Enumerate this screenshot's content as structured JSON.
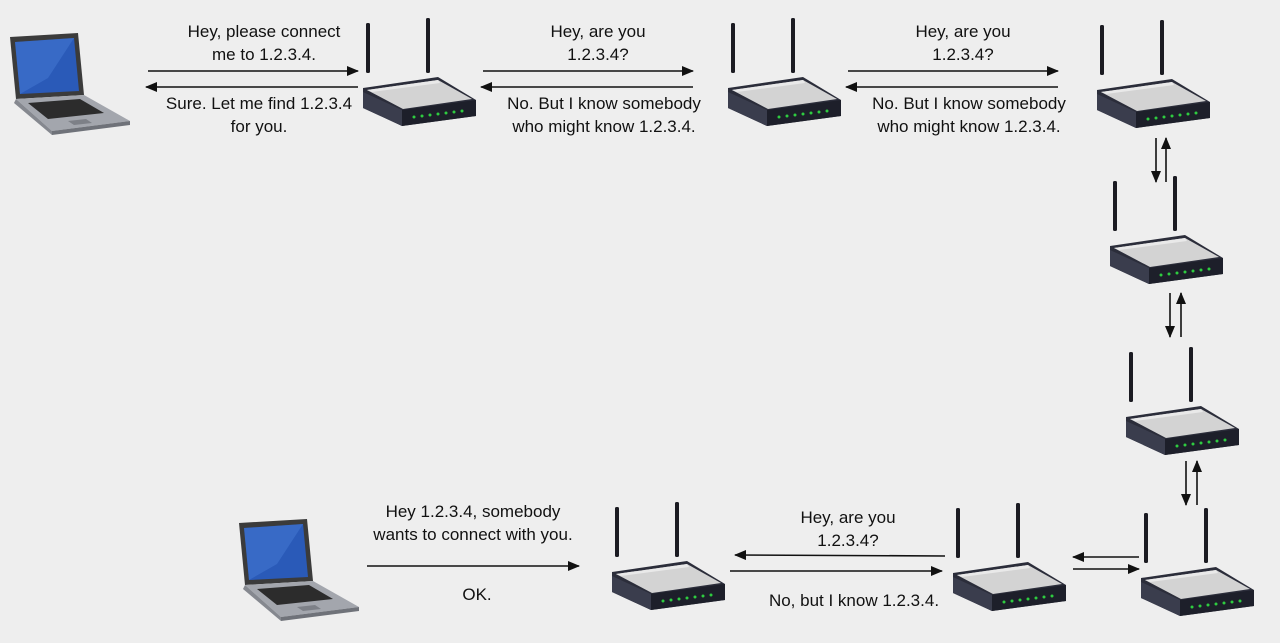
{
  "messages": {
    "request_connect": {
      "line1": "Hey, please connect",
      "line2": "me to 1.2.3.4."
    },
    "reply_find": {
      "line1": "Sure. Let me find 1.2.3.4",
      "line2": "for you."
    },
    "query_1": {
      "line1": "Hey, are you",
      "line2": "1.2.3.4?"
    },
    "reply_1": {
      "line1": "No. But I know somebody",
      "line2": "who might know 1.2.3.4."
    },
    "query_2": {
      "line1": "Hey, are you",
      "line2": "1.2.3.4?"
    },
    "reply_2": {
      "line1": "No. But I know somebody",
      "line2": "who might know 1.2.3.4."
    },
    "query_3": {
      "line1": "Hey, are you",
      "line2": "1.2.3.4?"
    },
    "reply_3": {
      "line1": "No, but I know 1.2.3.4."
    },
    "notify": {
      "line1": "Hey 1.2.3.4, somebody",
      "line2": "wants to connect with you."
    },
    "ack": {
      "line1": "OK."
    }
  },
  "nodes": [
    {
      "name": "laptop-source-icon",
      "kind": "laptop"
    },
    {
      "name": "router-1-icon",
      "kind": "router"
    },
    {
      "name": "router-2-icon",
      "kind": "router"
    },
    {
      "name": "router-3-icon",
      "kind": "router"
    },
    {
      "name": "router-4-icon",
      "kind": "router"
    },
    {
      "name": "router-5-icon",
      "kind": "router"
    },
    {
      "name": "router-6-icon",
      "kind": "router"
    },
    {
      "name": "router-7-icon",
      "kind": "router"
    },
    {
      "name": "router-8-icon",
      "kind": "router"
    },
    {
      "name": "laptop-destination-icon",
      "kind": "laptop"
    }
  ],
  "colors": {
    "background": "#eeeeee",
    "arrow": "#111111",
    "router_body": "#2b2d3a",
    "router_top": "#d3d3d3",
    "led": "#2ecc40",
    "laptop_screen": "#2a5ab8"
  }
}
